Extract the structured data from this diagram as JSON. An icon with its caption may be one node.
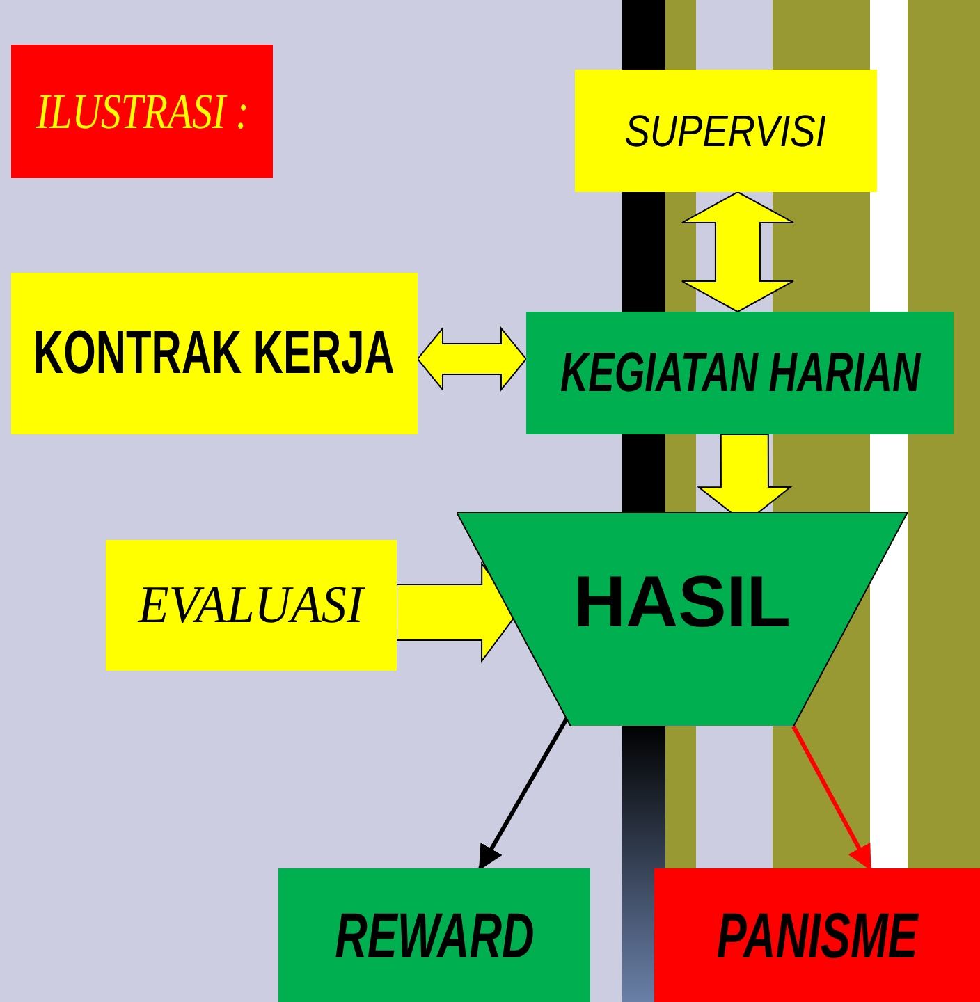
{
  "diagram": {
    "nodes": [
      {
        "text": [
          "ILUSTRASI :"
        ]
      },
      {
        "text": [
          "SUPERVISI"
        ]
      },
      {
        "text": [
          "KONTRAK KERJA"
        ]
      },
      {
        "text": [
          "KEGIATAN HARIAN"
        ]
      },
      {
        "text": [
          "EVALUASI"
        ]
      },
      {
        "text": [
          "HASIL"
        ]
      },
      {
        "text": [
          "REWARD"
        ]
      },
      {
        "text": [
          "PANISME"
        ]
      }
    ],
    "edges": [
      {
        "from": 1,
        "to": 3,
        "arrow": "both",
        "style": "thick"
      },
      {
        "from": 2,
        "to": 3,
        "arrow": "both",
        "style": "thick"
      },
      {
        "from": 3,
        "to": 5,
        "arrow": "to",
        "style": "thick"
      },
      {
        "from": 4,
        "to": 5,
        "arrow": "to",
        "style": "thick"
      },
      {
        "from": 5,
        "to": 6,
        "arrow": "to"
      },
      {
        "from": 5,
        "to": 7,
        "arrow": "to",
        "color": "#ff0000"
      }
    ]
  }
}
